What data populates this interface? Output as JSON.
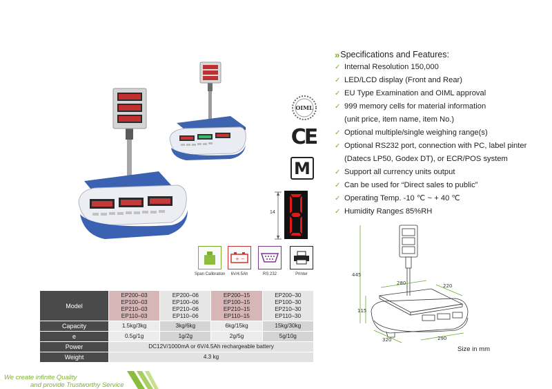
{
  "specs": {
    "title": "Specifications and Features:",
    "lines": [
      {
        "text": "Internal Resolution 150,000",
        "bullet": true
      },
      {
        "text": "LED/LCD display (Front and Rear)",
        "bullet": true
      },
      {
        "text": "EU Type Examination and OIML approval",
        "bullet": true
      },
      {
        "text": "999 memory cells for material information",
        "bullet": true
      },
      {
        "text": "(unit price, item name, item No.)",
        "bullet": false
      },
      {
        "text": "Optional multiple/single weighing range(s)",
        "bullet": true
      },
      {
        "text": "Optional RS232 port, connection with PC, label pinter",
        "bullet": true
      },
      {
        "text": "(Datecs LP50, Godex DT), or ECR/POS system",
        "bullet": false
      },
      {
        "text": "Support all currency units output",
        "bullet": true
      },
      {
        "text": "Can be used for “Direct sales to public”",
        "bullet": true
      },
      {
        "text": "Operating Temp. -10 ℃ ~ + 40 ℃",
        "bullet": true
      },
      {
        "text": "Humidity Range≤ 85%RH",
        "bullet": true
      }
    ]
  },
  "certs": {
    "oiml": "OIML",
    "ce": "CE",
    "m": "M"
  },
  "display_demo": {
    "digit": "8",
    "dimension": "14"
  },
  "feature_icons": [
    {
      "label": "Span Calibration",
      "icon": "weight-icon"
    },
    {
      "label": "6V/4.5Ah",
      "icon": "battery-icon"
    },
    {
      "label": "RS 232",
      "icon": "serial-port-icon"
    },
    {
      "label": "Printer",
      "icon": "printer-icon"
    }
  ],
  "drawing": {
    "dims": {
      "h_total": "445",
      "h_base": "115",
      "w_top": "280",
      "d_top": "220",
      "w_base": "320",
      "d_base": "290"
    },
    "size_label": "Size in mm"
  },
  "table": {
    "model_label": "Model",
    "models": [
      [
        "EP200–03",
        "EP100–03",
        "EP210–03",
        "EP110–03"
      ],
      [
        "EP200–06",
        "EP100–06",
        "EP210–06",
        "EP110–06"
      ],
      [
        "EP200–15",
        "EP100–15",
        "EP210–15",
        "EP110–15"
      ],
      [
        "EP200–30",
        "EP100–30",
        "EP210–30",
        "EP110–30"
      ]
    ],
    "capacity_label": "Capacity",
    "capacity": [
      "1.5kg/3kg",
      "3kg/6kg",
      "6kg/15kg",
      "15kg/30kg"
    ],
    "e_label": "e",
    "e": [
      "0.5g/1g",
      "1g/2g",
      "2g/5g",
      "5g/10g"
    ],
    "power_label": "Power",
    "power": "DC12V/1000mA or 6V/4.5Ah rechargeable battery",
    "weight_label": "Weight",
    "weight": "4.3 kg"
  },
  "footer": {
    "line1": "We create infinite Quality",
    "line2": "and provide Trustworthy Service"
  },
  "colors": {
    "accent_green": "#7cae2c",
    "table_header": "#4a4a4a",
    "model_pink": "#d7b6b8",
    "scale_blue": "#3e64b0"
  }
}
